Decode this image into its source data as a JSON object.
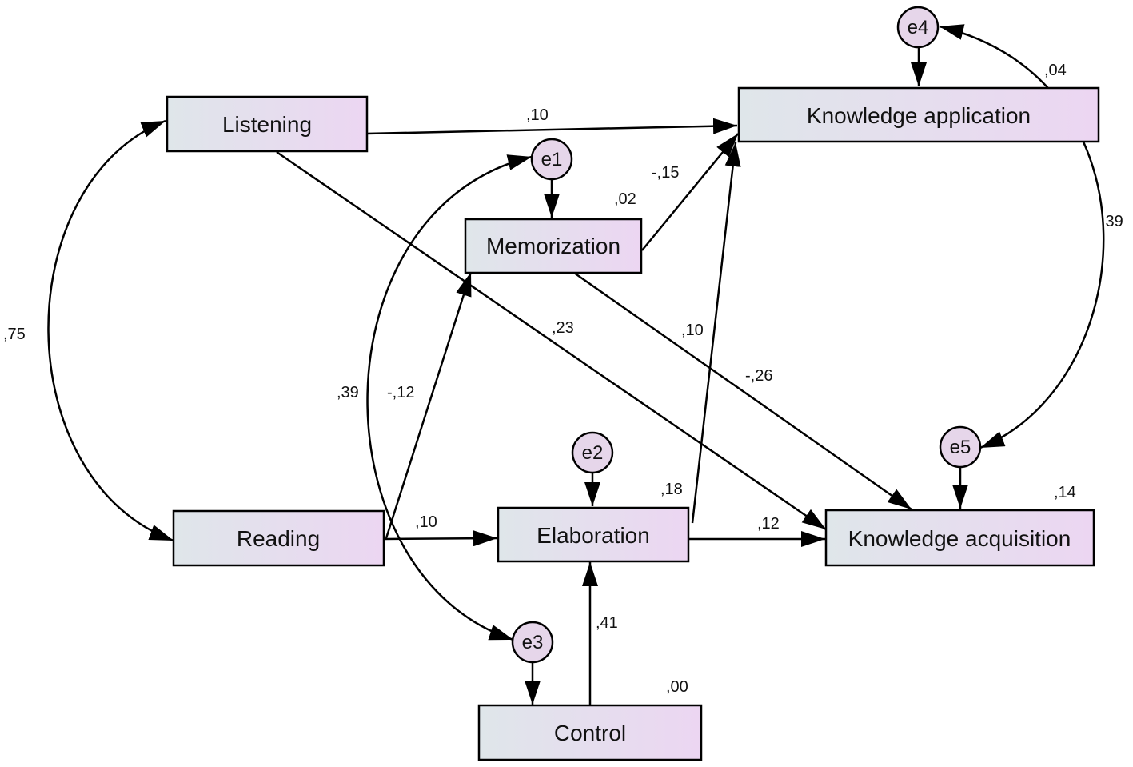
{
  "colors": {
    "box_fill_start": "#dfe6ea",
    "box_fill_end": "#ecd6f2",
    "error_fill": "#e6d6ea",
    "stroke": "#000000"
  },
  "nodes": {
    "listening": "Listening",
    "reading": "Reading",
    "memorization": "Memorization",
    "elaboration": "Elaboration",
    "control": "Control",
    "knowledge_application": "Knowledge application",
    "knowledge_acquisition": "Knowledge acquisition"
  },
  "errors": {
    "e1": "e1",
    "e2": "e2",
    "e3": "e3",
    "e4": "e4",
    "e5": "e5"
  },
  "r_squared": {
    "knowledge_application": ",04",
    "memorization": ",02",
    "elaboration": ",18",
    "knowledge_acquisition": ",14",
    "control": ",00"
  },
  "paths": {
    "listening_to_application": ",10",
    "memorization_to_application": "-,15",
    "listening_to_acquisition": ",23",
    "elaboration_to_application": ",10",
    "memorization_to_acquisition": "-,26",
    "reading_to_memorization": "-,12",
    "reading_to_elaboration": ",10",
    "elaboration_to_acquisition": ",12",
    "control_to_elaboration": ",41"
  },
  "covariances": {
    "listening_reading": ",75",
    "e1_e3": ",39",
    "e4_e5": ",39"
  }
}
